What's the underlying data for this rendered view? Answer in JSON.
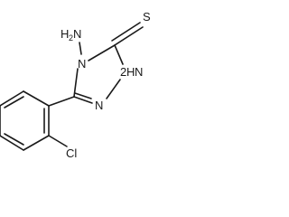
{
  "molecule": {
    "atoms": {
      "n4_amino": {
        "element": "N",
        "subscript_h": "H",
        "subscript_n": "2"
      },
      "n4": {
        "element": "N"
      },
      "s": {
        "element": "S"
      },
      "n1": {
        "element": "N",
        "prefix": "H"
      },
      "n2": {
        "element": "N"
      },
      "cl": {
        "element": "Cl"
      }
    }
  }
}
